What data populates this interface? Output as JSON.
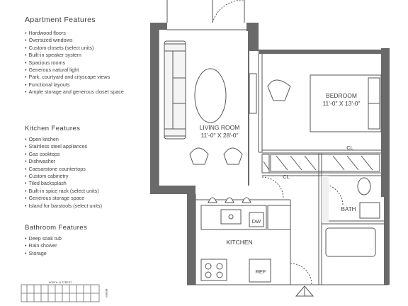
{
  "apartment": {
    "title": "Apartment Features",
    "items": [
      "Hardwood floors",
      "Oversized windows",
      "Custom closets (select units)",
      "Built-in speaker system",
      "Spacious rooms",
      "Generous natural light",
      "Park, courtyard and cityscape views",
      "Functional layouts",
      "Ample storage and generous closet space"
    ]
  },
  "kitchen": {
    "title": "Kitchen Features",
    "items": [
      "Open kitchen",
      "Stainless steel appliances",
      "Gas cooktops",
      "Dishwasher",
      "Caesarstone countertops",
      "Custom cabinetry",
      "Tiled backsplash",
      "Built-in spice rack (select units)",
      "Generous storage space",
      "Island for barstools (select units)"
    ]
  },
  "bathroom": {
    "title": "Bathroom Features",
    "items": [
      "Deep soak tub",
      "Rain shower",
      "Storage"
    ]
  },
  "plan": {
    "living_name": "LIVING ROOM",
    "living_dims": "11'-0\" X 28'-0\"",
    "bedroom_name": "BEDROOM",
    "bedroom_dims": "11'-0\" X 13'-0\"",
    "kitchen": "KITCHEN",
    "bath": "BATH",
    "dw": "DW",
    "ref": "REF",
    "cl_bedroom": "CL",
    "cl_hall": "CL"
  },
  "keyplan": {
    "street": "NORTH 11 STREET",
    "side": "BERRY"
  },
  "colors": {
    "wall": "#6a6a6a",
    "line": "#555555",
    "text": "#4a4a4a"
  }
}
